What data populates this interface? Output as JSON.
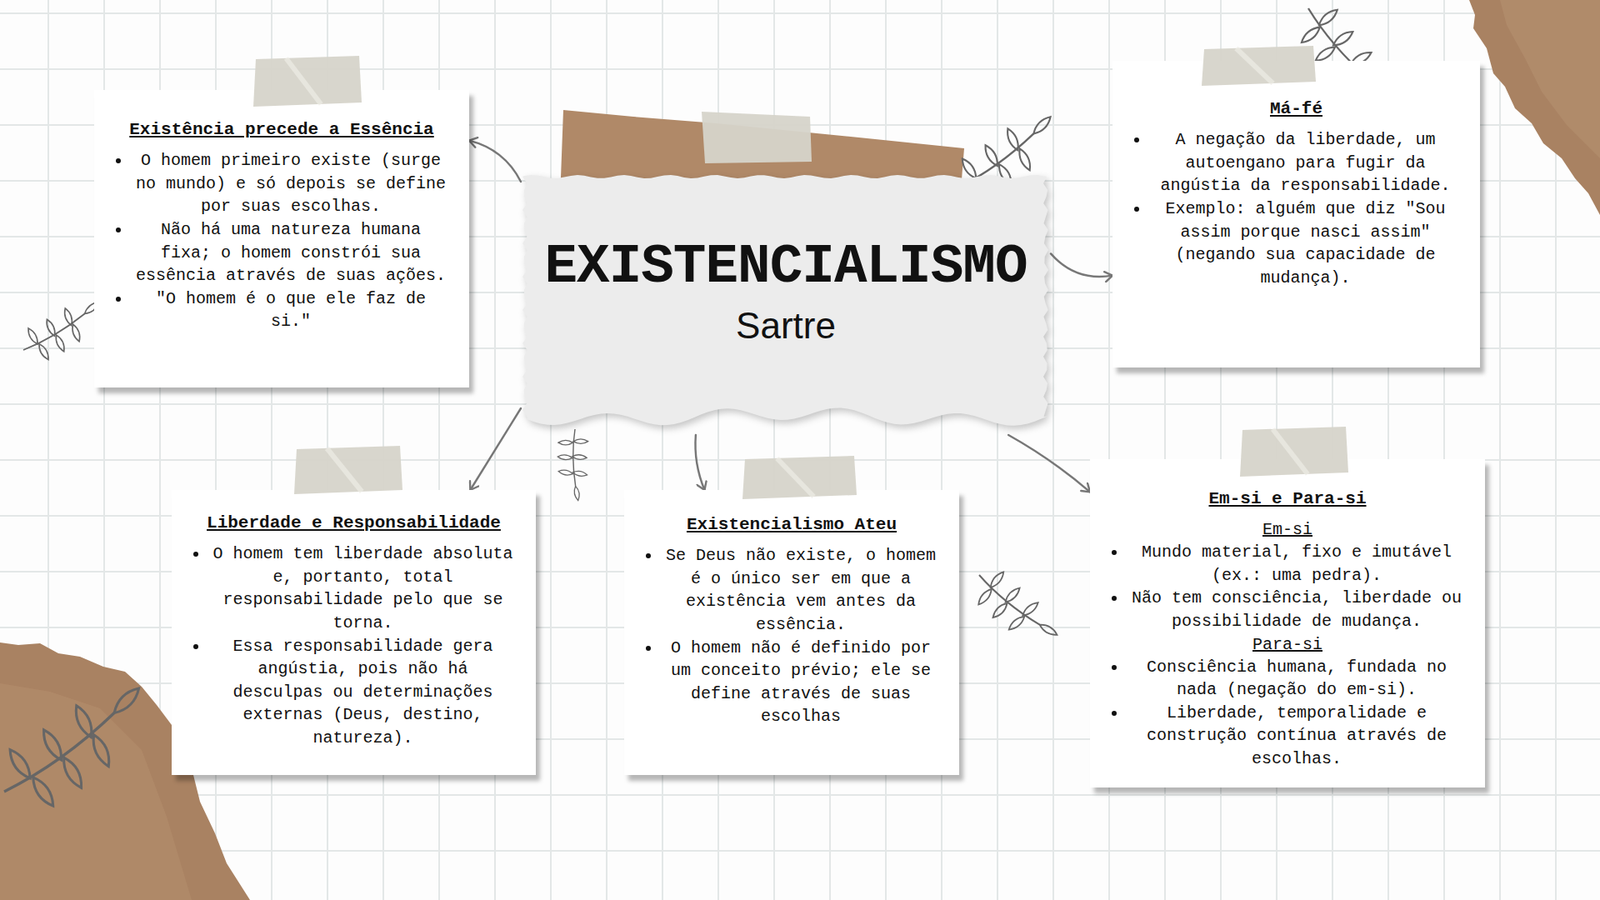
{
  "diagram": {
    "nodes": [
      {
        "text": [
          "EXISTENCIALISMO",
          "Sartre"
        ]
      },
      {
        "text": [
          "Existência precede a Essência",
          "O homem primeiro existe (surge no mundo) e só depois se define por suas escolhas.",
          "Não há uma natureza humana fixa; o homem constrói sua essência através de suas ações.",
          "\"O homem é o que ele faz de si.\""
        ]
      },
      {
        "text": [
          "Má-fé",
          "A negação da liberdade, um autoengano para fugir da angústia da responsabilidade.",
          "Exemplo: alguém que diz \"Sou assim porque nasci assim\" (negando sua capacidade de mudança)."
        ]
      },
      {
        "text": [
          "Liberdade e Responsabilidade",
          "O homem tem liberdade absoluta e, portanto, total responsabilidade pelo que se torna.",
          "Essa responsabilidade gera angústia, pois não há desculpas ou determinações externas (Deus, destino, natureza)."
        ]
      },
      {
        "text": [
          "Existencialismo Ateu",
          "Se Deus não existe, o homem é o único ser em que a existência vem antes da essência.",
          "O homem não é definido por um conceito prévio; ele se define através de suas escolhas"
        ]
      },
      {
        "text": [
          "Em-si e Para-si",
          "Em-si",
          "Mundo material, fixo e imutável (ex.: uma pedra).",
          "Não tem consciência, liberdade ou possibilidade de mudança.",
          "Para-si",
          "Consciência humana, fundada no nada (negação do em-si).",
          "Liberdade, temporalidade e construção contínua através de escolhas."
        ]
      }
    ],
    "edges": [
      {
        "from": 0,
        "to": 1,
        "arrow": "to"
      },
      {
        "from": 0,
        "to": 2,
        "arrow": "to"
      },
      {
        "from": 0,
        "to": 3,
        "arrow": "to"
      },
      {
        "from": 0,
        "to": 4,
        "arrow": "to"
      },
      {
        "from": 0,
        "to": 5,
        "arrow": "to"
      }
    ]
  }
}
